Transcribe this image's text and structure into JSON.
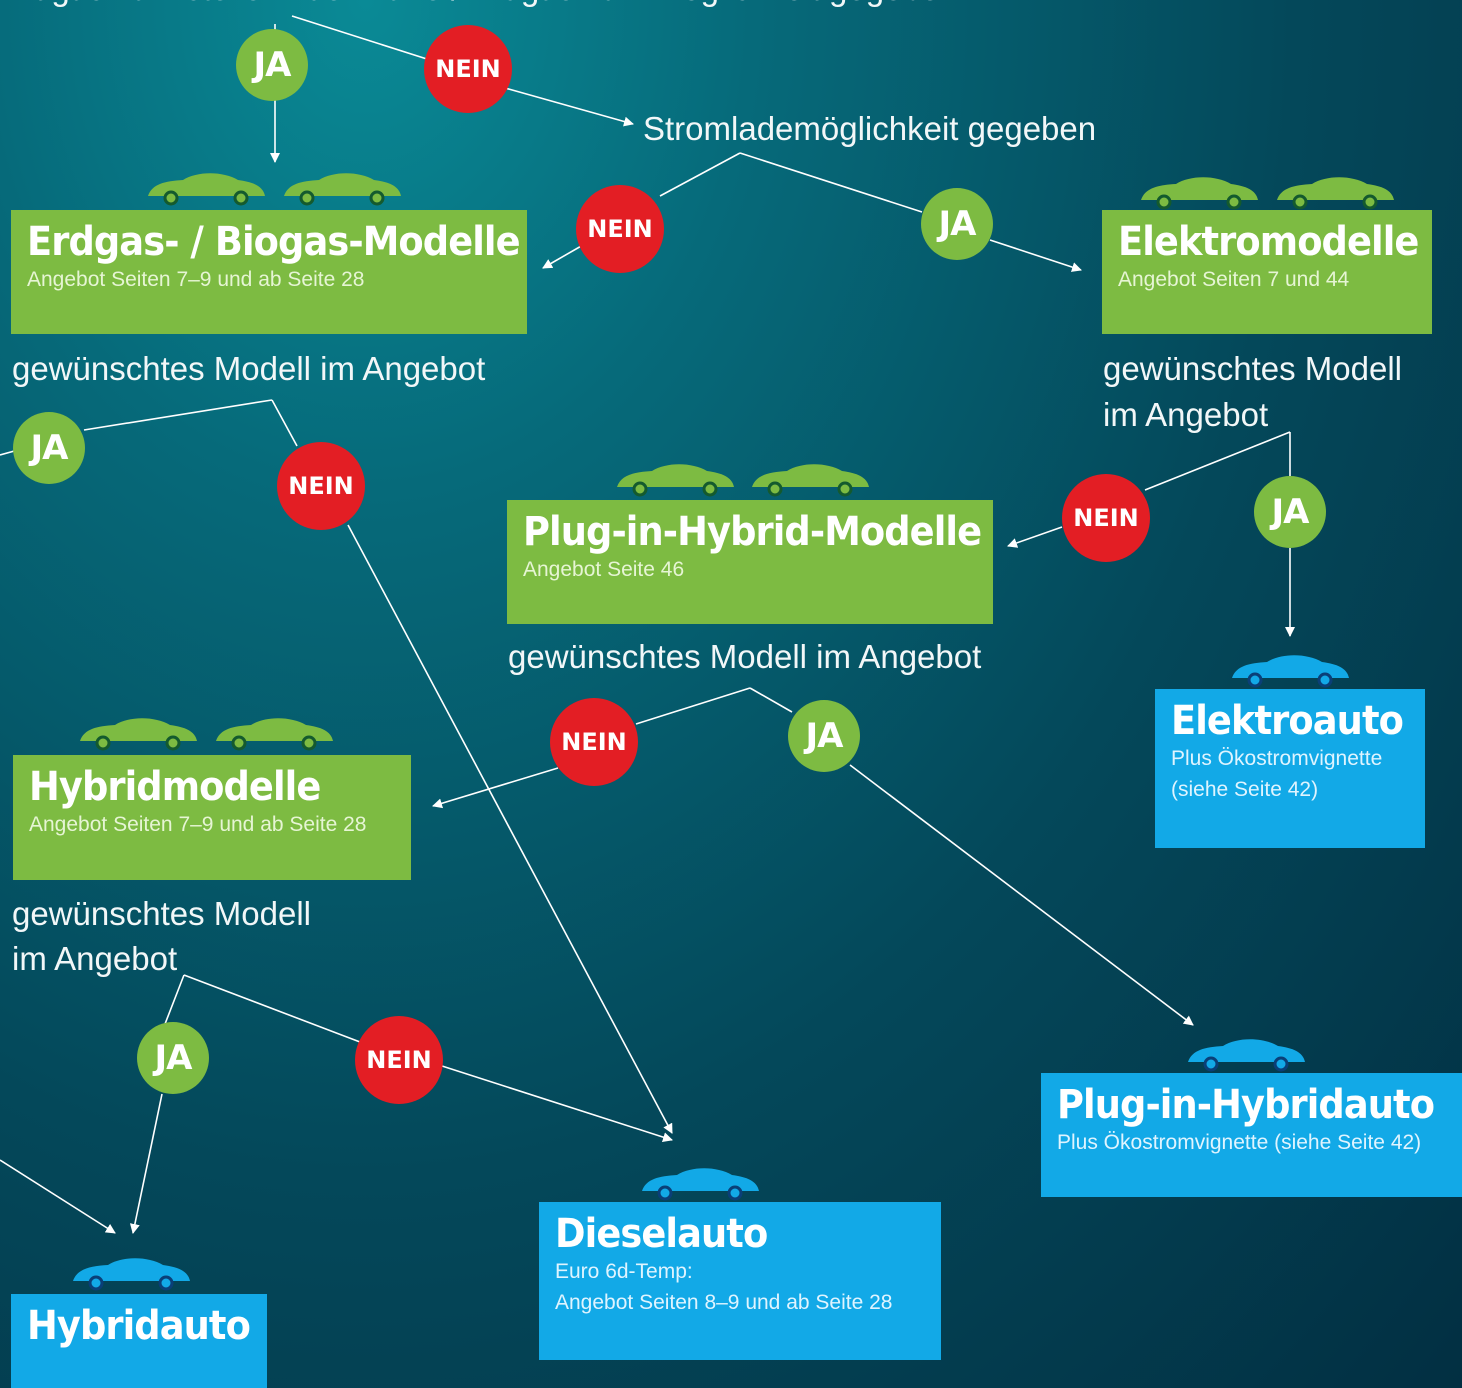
{
  "top_question": "Erdgas-Tankstelle in der Nähe / Erdgas-Tankmöglichkeit gegeben",
  "colors": {
    "green": "#7dbb42",
    "blue": "#12a9e7",
    "red": "#e31e24",
    "line": "#ffffff"
  },
  "badges": {
    "ja": "JA",
    "nein": "NEIN"
  },
  "questions": {
    "strom": "Stromlademöglichkeit gegeben",
    "modell_erdgas": "gewünschtes Modell im Angebot",
    "modell_elektro_1": "gewünschtes Modell",
    "modell_elektro_2": "im Angebot",
    "modell_phev": "gewünschtes Modell im Angebot",
    "modell_hybrid_1": "gewünschtes Modell",
    "modell_hybrid_2": "im Angebot"
  },
  "boxes": {
    "erdgas": {
      "title": "Erdgas- / Biogas-Modelle",
      "sub": "Angebot Seiten 7–9 und ab Seite 28"
    },
    "elektro": {
      "title": "Elektromodelle",
      "sub": "Angebot Seiten 7 und 44"
    },
    "phev": {
      "title": "Plug-in-Hybrid-Modelle",
      "sub": "Angebot Seite 46"
    },
    "hybrid": {
      "title": "Hybridmodelle",
      "sub": "Angebot Seiten 7–9 und ab Seite 28"
    },
    "elektroauto": {
      "title": "Elektroauto",
      "sub1": "Plus Ökostromvignette",
      "sub2": "(siehe Seite 42)"
    },
    "phevauto": {
      "title": "Plug-in-Hybridauto",
      "sub": "Plus Ökostromvignette (siehe Seite 42)"
    },
    "dieselauto": {
      "title": "Dieselauto",
      "sub1": "Euro 6d-Temp:",
      "sub2": "Angebot Seiten 8–9 und ab Seite 28"
    },
    "hybridauto": {
      "title": "Hybridauto"
    }
  }
}
